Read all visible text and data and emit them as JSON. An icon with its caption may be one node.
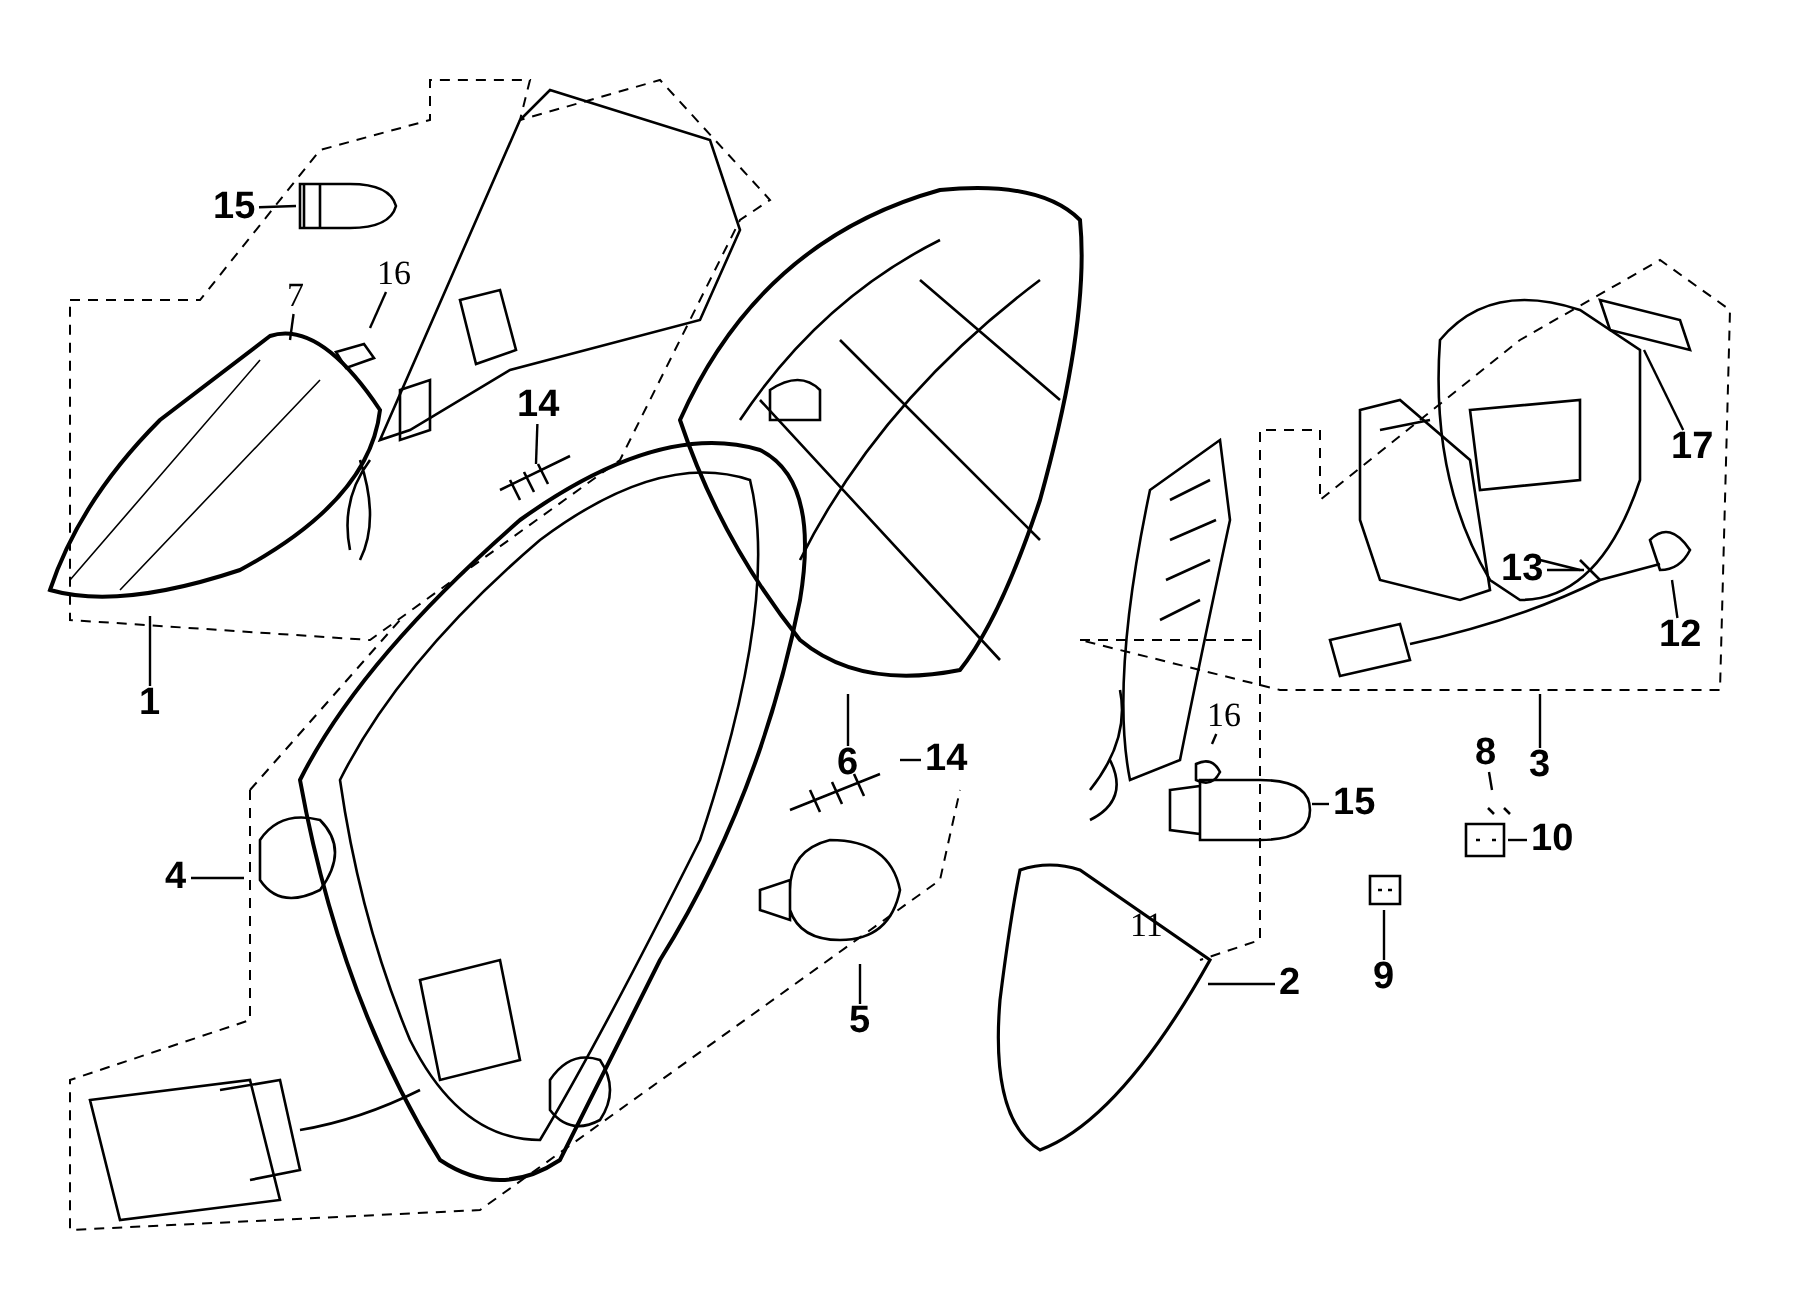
{
  "diagram": {
    "nodes": [
      {
        "text": [
          "15"
        ]
      },
      {
        "text": [
          "16"
        ]
      },
      {
        "text": [
          "7"
        ]
      },
      {
        "text": [
          "14"
        ]
      },
      {
        "text": [
          "1"
        ]
      },
      {
        "text": [
          "6"
        ]
      },
      {
        "text": [
          "4"
        ]
      },
      {
        "text": [
          "5"
        ]
      },
      {
        "text": [
          "14"
        ]
      },
      {
        "text": [
          "16"
        ]
      },
      {
        "text": [
          "15"
        ]
      },
      {
        "text": [
          "2"
        ]
      },
      {
        "text": [
          "17"
        ]
      },
      {
        "text": [
          "13"
        ]
      },
      {
        "text": [
          "12"
        ]
      },
      {
        "text": [
          "3"
        ]
      },
      {
        "text": [
          "8"
        ]
      },
      {
        "text": [
          "10"
        ]
      },
      {
        "text": [
          "9"
        ]
      }
    ],
    "edges": [
      {
        "from": 0,
        "to": null,
        "arrow": "none"
      },
      {
        "from": 1,
        "to": null,
        "arrow": "none"
      },
      {
        "from": 2,
        "to": null,
        "arrow": "none"
      },
      {
        "from": 3,
        "to": null,
        "arrow": "none"
      },
      {
        "from": 4,
        "to": null,
        "arrow": "none"
      },
      {
        "from": 5,
        "to": null,
        "arrow": "none"
      },
      {
        "from": 6,
        "to": null,
        "arrow": "none"
      },
      {
        "from": 7,
        "to": null,
        "arrow": "none"
      },
      {
        "from": 8,
        "to": null,
        "arrow": "none"
      },
      {
        "from": 9,
        "to": null,
        "arrow": "none"
      },
      {
        "from": 10,
        "to": null,
        "arrow": "none"
      },
      {
        "from": 11,
        "to": null,
        "arrow": "none"
      },
      {
        "from": 12,
        "to": null,
        "arrow": "none"
      },
      {
        "from": 13,
        "to": null,
        "arrow": "none"
      },
      {
        "from": 14,
        "to": null,
        "arrow": "none"
      },
      {
        "from": 15,
        "to": null,
        "arrow": "none"
      },
      {
        "from": 16,
        "to": null,
        "arrow": "none"
      },
      {
        "from": 17,
        "to": null,
        "arrow": "none"
      },
      {
        "from": 18,
        "to": null,
        "arrow": "none"
      }
    ],
    "labels": [
      "11"
    ]
  }
}
